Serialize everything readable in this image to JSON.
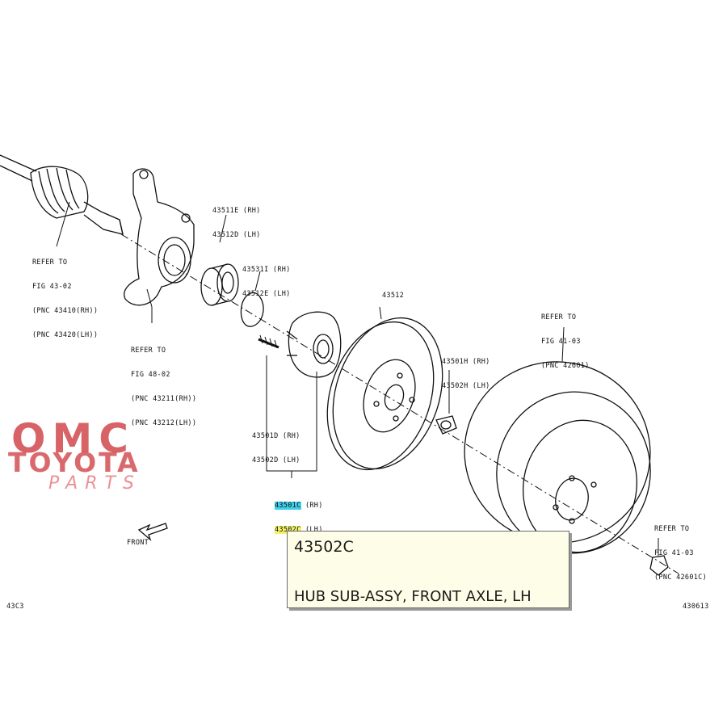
{
  "labels": {
    "driveshaft_ref": [
      "REFER TO",
      "FIG 43-02",
      "(PNC 43410(RH))",
      "(PNC 43420(LH))"
    ],
    "knuckle_ref": [
      "REFER TO",
      "FIG 48-02",
      "(PNC 43211(RH))",
      "(PNC 43212(LH))"
    ],
    "bearing_code": [
      "43511E (RH)",
      "43512D (LH)"
    ],
    "snap_ring_code": [
      "43531I (RH)",
      "43512E (LH)"
    ],
    "disc_code": "43512",
    "hub_bolt_code": [
      "43501D (RH)",
      "43502D (LH)"
    ],
    "hub_rh_code": "43501C",
    "hub_rh_side": "(RH)",
    "hub_lh_code": "43502C",
    "hub_lh_side": "(LH)",
    "disc_screw_code": [
      "43501H (RH)",
      "43502H (LH)"
    ],
    "wheel_ref": [
      "REFER TO",
      "FIG 41-03",
      "(PNC 42601)"
    ],
    "nut_ref": [
      "REFER TO",
      "FIG 41-03",
      "(PNC 42601C)"
    ],
    "front_label": "FRONT",
    "corner_left": "43C3",
    "corner_right": "430613"
  },
  "watermark": {
    "line1": "OMC",
    "line2": "TOYOTA",
    "line3": "PARTS",
    "color": "#cd373c"
  },
  "tooltip": {
    "code": "43502C",
    "description": "HUB SUB-ASSY, FRONT AXLE, LH"
  }
}
